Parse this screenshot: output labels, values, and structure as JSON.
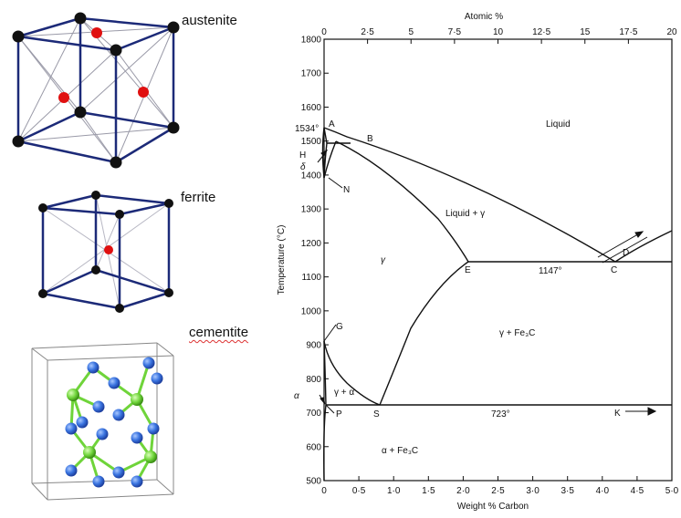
{
  "labels": {
    "austenite": "austenite",
    "ferrite": "ferrite",
    "cementite": "cementite"
  },
  "colors": {
    "lattice_edge": "#1c2a78",
    "atom_iron": "#111111",
    "atom_carbon": "#e01010",
    "cementite_atom": "#3a74e0",
    "cementite_bond": "#6fd43a"
  },
  "chart_data": {
    "type": "phase-diagram",
    "title": "",
    "xlabel": "Weight % Carbon",
    "ylabel": "Temperature (°C)",
    "x2label": "Atomic %",
    "xlim": [
      0,
      5.0
    ],
    "ylim": [
      500,
      1800
    ],
    "x2lim": [
      0,
      20
    ],
    "xticks": [
      "0",
      "0·5",
      "1·0",
      "1·5",
      "2·0",
      "2·5",
      "3·0",
      "3·5",
      "4·0",
      "4·5",
      "5·0"
    ],
    "x2ticks": [
      "0",
      "2·5",
      "5",
      "7·5",
      "10",
      "12·5",
      "15",
      "17·5",
      "20"
    ],
    "yticks": [
      "500",
      "600",
      "700",
      "800",
      "900",
      "1000",
      "1100",
      "1200",
      "1300",
      "1400",
      "1500",
      "1600",
      "1700",
      "1800"
    ],
    "regions": [
      "Liquid",
      "Liquid + γ",
      "γ",
      "γ + Fe₃C",
      "γ + α",
      "α + Fe₃C"
    ],
    "temperatures": [
      "1534°",
      "1147°",
      "723°"
    ],
    "point_labels": [
      "A",
      "B",
      "H",
      "N",
      "E",
      "C",
      "D",
      "G",
      "S",
      "P",
      "K"
    ],
    "greek_labels": [
      "δ",
      "α"
    ],
    "points": {
      "A": [
        0,
        1534
      ],
      "B": [
        0.5,
        1490
      ],
      "H": [
        0.1,
        1490
      ],
      "N": [
        0,
        1390
      ],
      "E": [
        2.06,
        1147
      ],
      "C": [
        4.3,
        1147
      ],
      "G": [
        0,
        910
      ],
      "S": [
        0.8,
        723
      ],
      "P": [
        0.02,
        723
      ],
      "K": [
        5.0,
        723
      ],
      "D": [
        5.0,
        1250
      ]
    }
  }
}
